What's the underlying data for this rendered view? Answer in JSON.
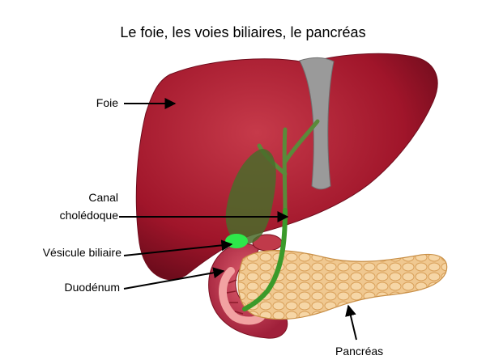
{
  "title": "Le foie, les voies biliaires, le pancréas",
  "labels": {
    "liver": "Foie",
    "bile_duct_line1": "Canal",
    "bile_duct_line2": "cholédoque",
    "gallbladder": "Vésicule biliaire",
    "duodenum": "Duodénum",
    "pancreas": "Pancréas"
  },
  "colors": {
    "liver": "#a0152a",
    "liver_highlight": "#c63a4a",
    "ligament": "#9a9a9a",
    "gallbladder": "#4a6b2a",
    "gallbladder_highlight": "#2ee84a",
    "bile_duct": "#3a9a2a",
    "duodenum": "#c03a4a",
    "duodenum_inner": "#e88a8a",
    "pancreas": "#f0c890",
    "pancreas_lobule": "#d9a05a",
    "arrow": "#000000"
  }
}
